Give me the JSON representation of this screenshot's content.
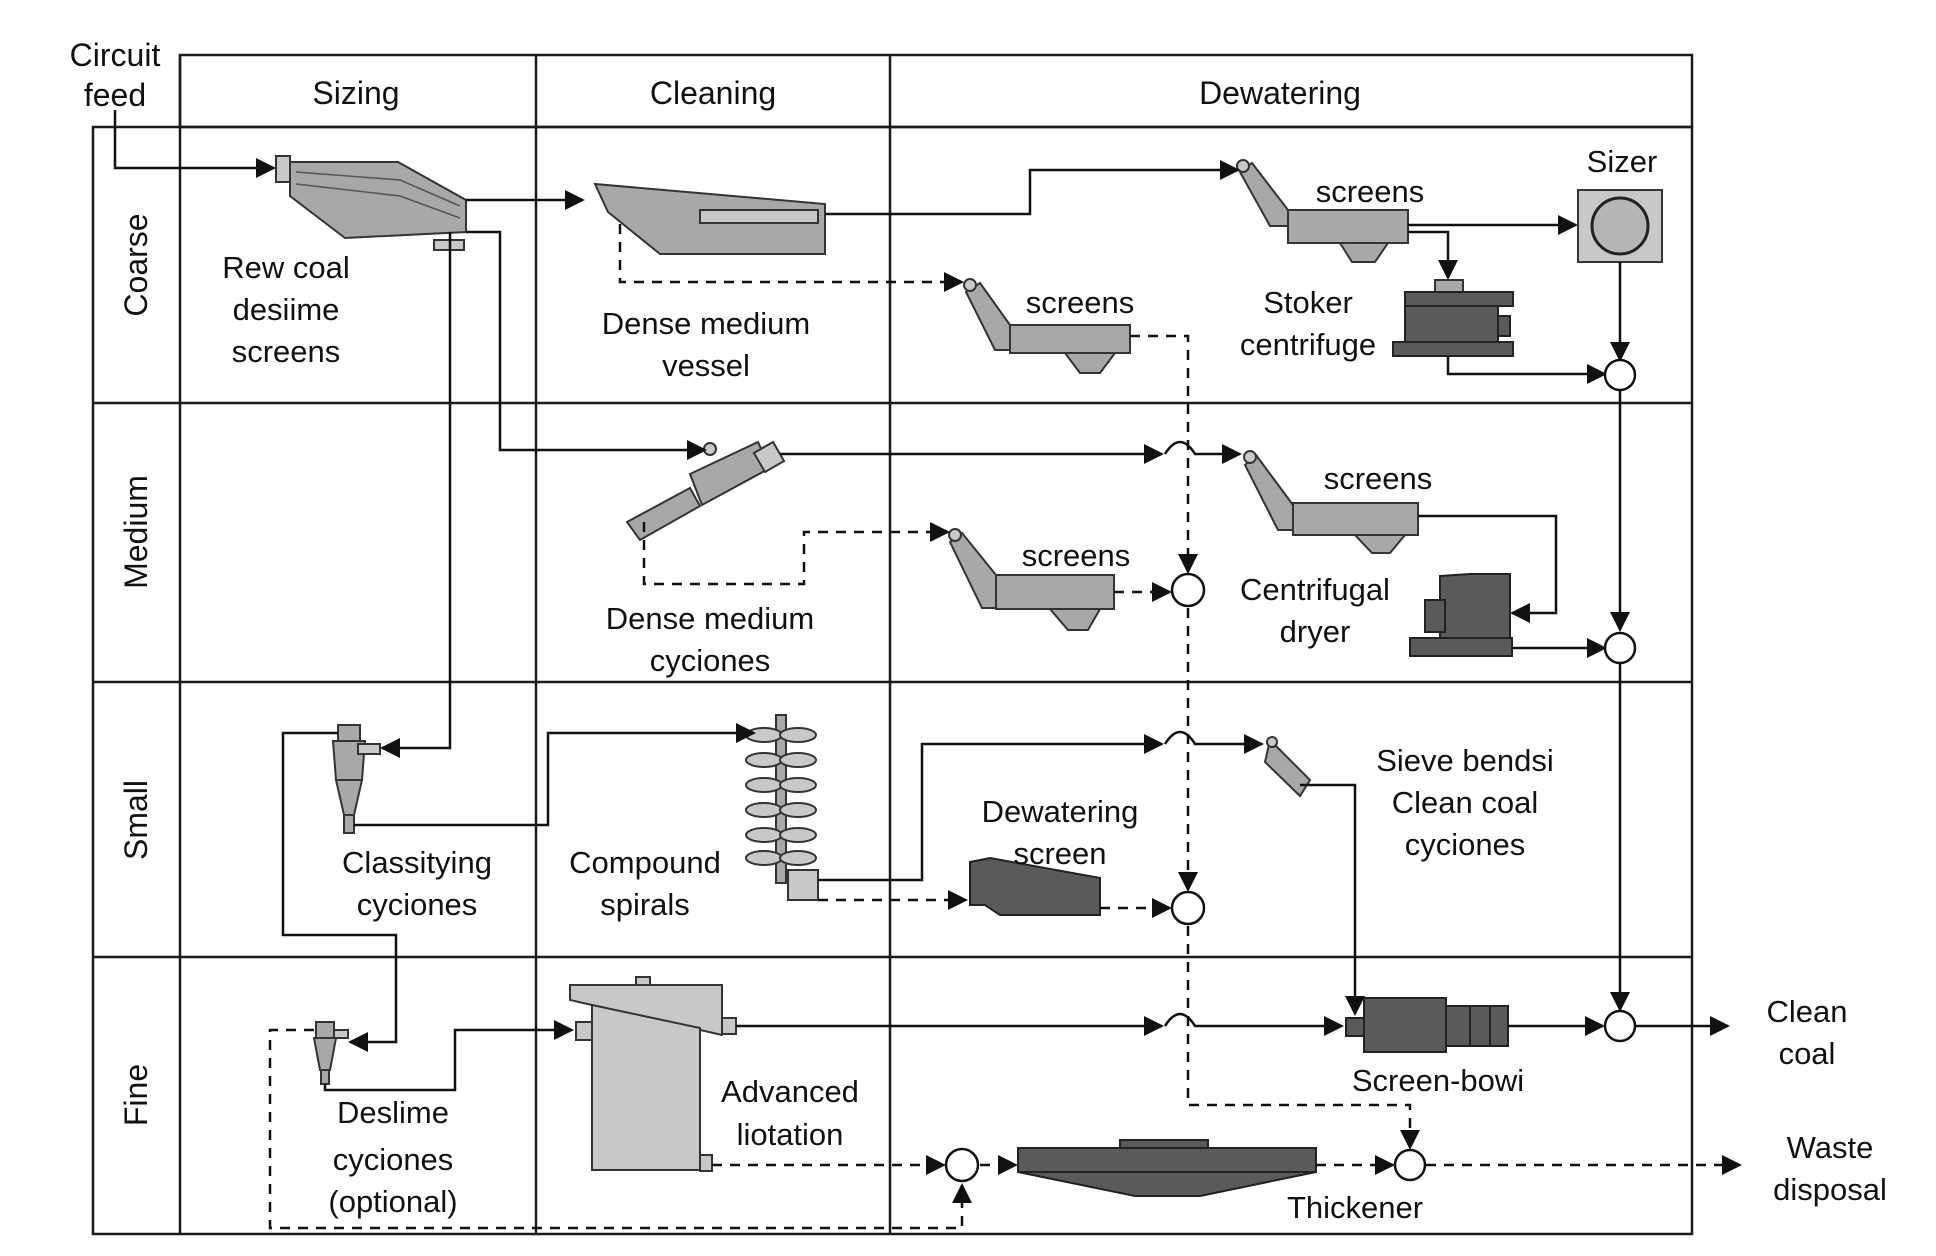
{
  "headers": {
    "circuit_feed_line1": "Circuit",
    "circuit_feed_line2": "feed",
    "sizing": "Sizing",
    "cleaning": "Cleaning",
    "dewatering": "Dewatering"
  },
  "rows": {
    "coarse": "Coarse",
    "medium": "Medium",
    "small": "Small",
    "fine": "Fine"
  },
  "labels": {
    "raw_coal_1": "Rew coal",
    "raw_coal_2": "desiime",
    "raw_coal_3": "screens",
    "dm_vessel_1": "Dense medium",
    "dm_vessel_2": "vessel",
    "screens_coarse_top": "screens",
    "screens_coarse_mid": "screens",
    "sizer": "Sizer",
    "stoker_1": "Stoker",
    "stoker_2": "centrifuge",
    "screens_medium_top": "screens",
    "screens_medium_low": "screens",
    "dm_cyclones_1": "Dense medium",
    "dm_cyclones_2": "cyciones",
    "centrifugal_1": "Centrifugal",
    "centrifugal_2": "dryer",
    "classifying_1": "Classitying",
    "classifying_2": "cyciones",
    "spirals_1": "Compound",
    "spirals_2": "spirals",
    "dewatering_screen_1": "Dewatering",
    "dewatering_screen_2": "screen",
    "sieve_1": "Sieve bendsi",
    "sieve_2": "Clean coal",
    "sieve_3": "cyciones",
    "deslime_1": "Deslime",
    "deslime_2": "cyciones",
    "deslime_3": "(optional)",
    "flotation_1": "Advanced",
    "flotation_2": "liotation",
    "screen_bowl": "Screen-bowi",
    "thickener": "Thickener",
    "clean_coal_1": "Clean",
    "clean_coal_2": "coal",
    "waste_1": "Waste",
    "waste_2": "disposal"
  },
  "colors": {
    "equipment_light": "#c8c8c8",
    "equipment_dark": "#5a5a5a",
    "line": "#111111"
  }
}
